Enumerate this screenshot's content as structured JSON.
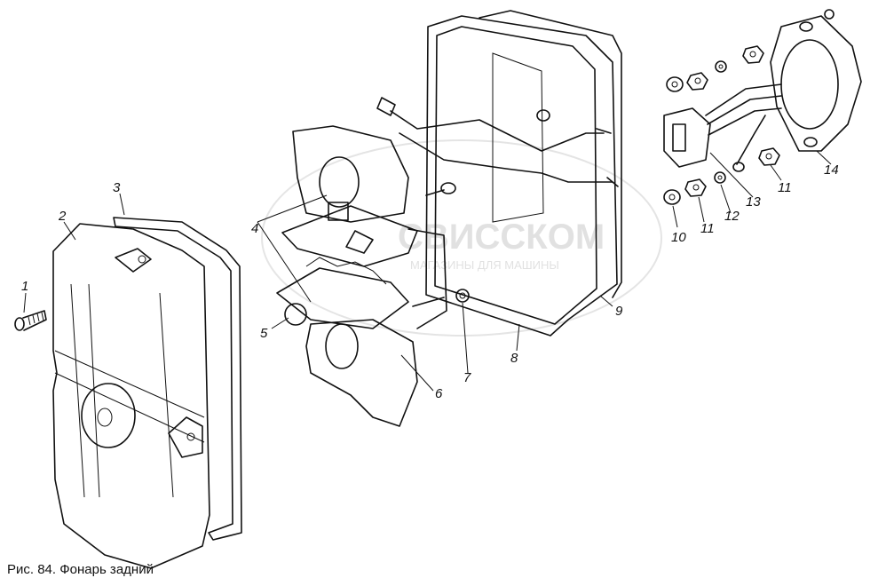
{
  "caption": "Рис. 84. Фонарь задний",
  "watermark": {
    "brand": "СВИССКОМ",
    "tagline": "МАГАЗИНЫ ДЛЯ МАШИНЫ"
  },
  "callouts": {
    "p1": "1",
    "p2": "2",
    "p3": "3",
    "p4": "4",
    "p5": "5",
    "p6": "6",
    "p7": "7",
    "p8": "8",
    "p9": "9",
    "p10": "10",
    "p11a": "11",
    "p11b": "11",
    "p12": "12",
    "p13": "13",
    "p14": "14"
  }
}
